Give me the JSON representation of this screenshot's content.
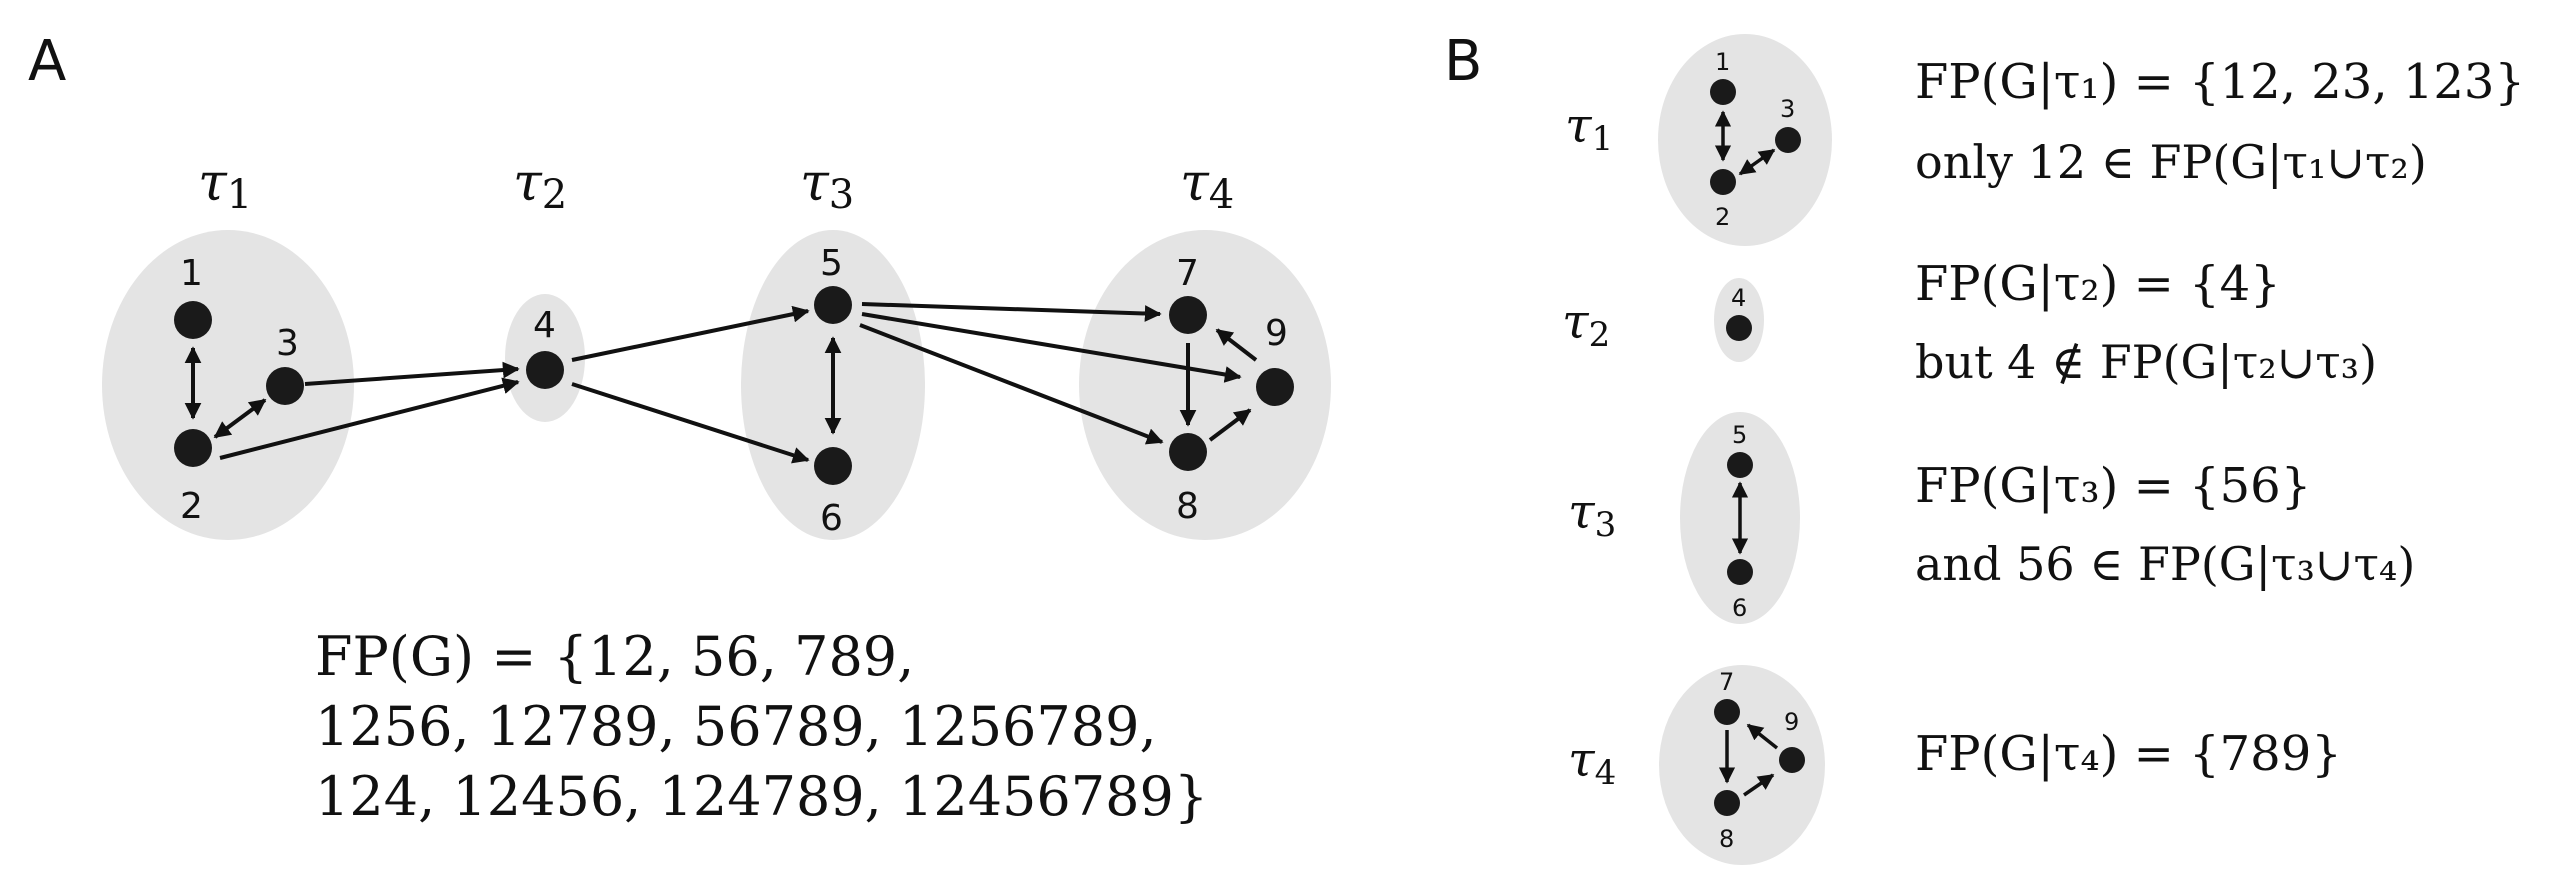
{
  "panelA": {
    "label": "A",
    "groups": [
      {
        "name": "τ",
        "sub": "1"
      },
      {
        "name": "τ",
        "sub": "2"
      },
      {
        "name": "τ",
        "sub": "3"
      },
      {
        "name": "τ",
        "sub": "4"
      }
    ],
    "nodes": [
      "1",
      "2",
      "3",
      "4",
      "5",
      "6",
      "7",
      "8",
      "9"
    ],
    "fp_lines": [
      "FP(G) = {12, 56, 789,",
      "1256, 12789, 56789, 1256789,",
      "124, 12456, 124789, 12456789}"
    ]
  },
  "panelB": {
    "label": "B",
    "rows": [
      {
        "tau": "τ",
        "sub": "1",
        "nodes": [
          "1",
          "2",
          "3"
        ],
        "line1": "FP(G|τ₁) = {12, 23, 123}",
        "line2": "only 12 ∈ FP(G|τ₁∪τ₂)"
      },
      {
        "tau": "τ",
        "sub": "2",
        "nodes": [
          "4"
        ],
        "line1": "FP(G|τ₂) = {4}",
        "line2": "but 4 ∉ FP(G|τ₂∪τ₃)"
      },
      {
        "tau": "τ",
        "sub": "3",
        "nodes": [
          "5",
          "6"
        ],
        "line1": "FP(G|τ₃) = {56}",
        "line2": "and 56 ∈ FP(G|τ₃∪τ₄)"
      },
      {
        "tau": "τ",
        "sub": "4",
        "nodes": [
          "7",
          "8",
          "9"
        ],
        "line1": "FP(G|τ₄) = {789}",
        "line2": ""
      }
    ]
  }
}
